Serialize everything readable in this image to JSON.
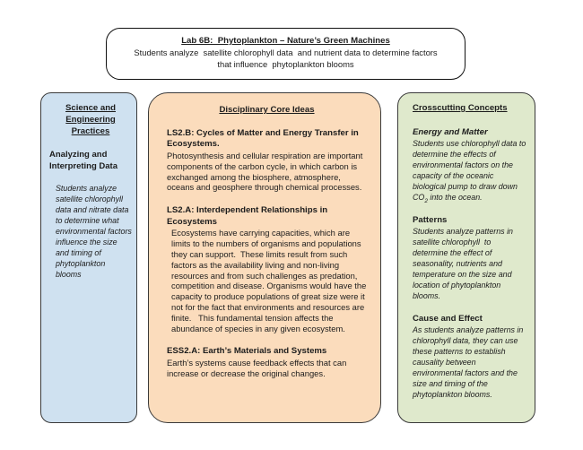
{
  "title_box": {
    "title": "Lab 6B:  Phytoplankton – Nature’s Green Machines",
    "subtitle_line1": "Students analyze  satellite chlorophyll data  and nutrient data to determine factors",
    "subtitle_line2": "that influence  phytoplankton blooms"
  },
  "practices": {
    "header": "Science and Engineering Practices",
    "topic": "Analyzing and Interpreting Data",
    "description": "Students analyze satellite chlorophyll data and nitrate data  to determine what environmental factors influence the size and timing of phytoplankton blooms",
    "bg_color": "#cfe1f0"
  },
  "core_ideas": {
    "header": "Disciplinary Core Ideas",
    "bg_color": "#fbdcbc",
    "sections": [
      {
        "heading": "LS2.B: Cycles of Matter and Energy Transfer in Ecosystems.",
        "body": "Photosynthesis and cellular respiration are important components of the carbon cycle, in which carbon is exchanged among the biosphere, atmosphere, oceans and geosphere through chemical processes."
      },
      {
        "heading": "LS2.A: Interdependent Relationships in Ecosystems",
        "body": "Ecosystems have carrying capacities, which are limits to the numbers of organisms and populations they can support.  These limits result from such factors as the availability living and non-living resources and from such challenges as predation, competition and disease. Organisms would have the capacity to produce populations of great size were it not for the fact that environments and resources are finite.   This fundamental tension affects the abundance of species in any given ecosystem."
      },
      {
        "heading": "ESS2.A: Earth’s Materials and Systems",
        "body": "Earth’s systems cause feedback effects that can increase or decrease the original changes."
      }
    ]
  },
  "crosscutting": {
    "header": "Crosscutting Concepts",
    "bg_color": "#dfe9cc",
    "sections": [
      {
        "heading": "Energy and Matter",
        "body_pre": "Students use chlorophyll data to determine the effects of  environmental factors on the capacity of the oceanic biological pump to draw down CO",
        "body_sub": "2",
        "body_post": " into the ocean."
      },
      {
        "heading": "Patterns",
        "body": "Students analyze patterns in satellite chlorophyll  to determine the effect of seasonality, nutrients and temperature on the size and location of phytoplankton blooms."
      },
      {
        "heading": "Cause and Effect",
        "body": "As students analyze patterns in chlorophyll data, they can use these patterns to establish causality between environmental factors and the size and timing of the phytoplankton blooms."
      }
    ]
  }
}
